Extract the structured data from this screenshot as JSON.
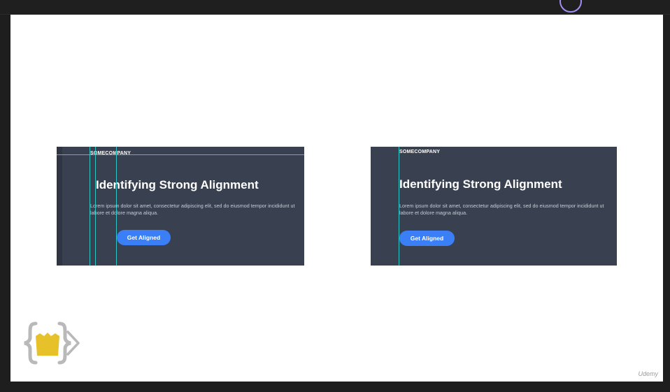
{
  "slide": {
    "left_card": {
      "company": "SOMECOMPANY",
      "headline": "Identifying Strong Alignment",
      "body": "Lorem ipsum dolor sit amet, consectetur adipiscing elit, sed do eiusmod tempor incididunt ut labore et dolore magna aliqua.",
      "button": "Get Aligned"
    },
    "right_card": {
      "company": "SOMECOMPANY",
      "headline": "Identifying Strong Alignment",
      "body": "Lorem ipsum dolor sit amet, consectetur adipiscing elit, sed do eiusmod tempor incididunt ut labore et dolore magna aliqua.",
      "button": "Get Aligned"
    },
    "watermark": "Udemy"
  },
  "colors": {
    "card_background": "#394150",
    "button": "#3a7ff5",
    "guide_lines": "#2bc7c7",
    "logo_yellow": "#e6c12a"
  },
  "icons": {
    "logo": "curly-brace-shield-logo",
    "top_right": "circle-icon"
  }
}
